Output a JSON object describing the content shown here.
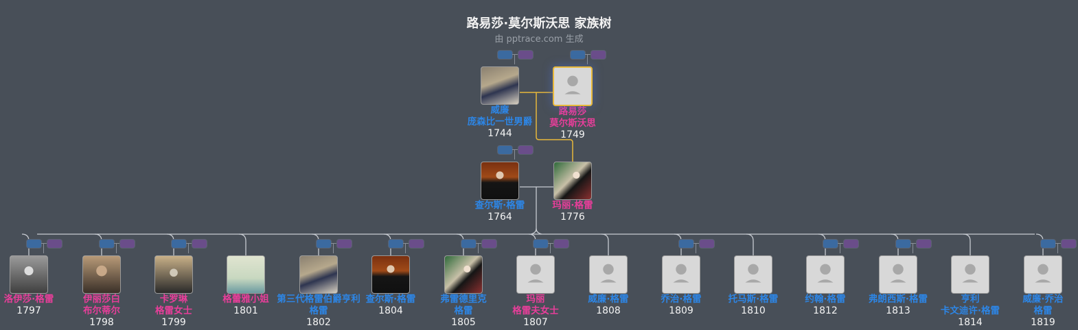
{
  "header": {
    "title": "路易莎·莫尔斯沃思 家族树",
    "subtitle": "由 pptrace.com 生成"
  },
  "colors": {
    "background": "#484f58",
    "male": "#2d86e6",
    "female": "#e83e9a",
    "highlight": "#e8b83a",
    "line": "#c8ccd2"
  },
  "generations": [
    {
      "people": [
        {
          "name": [
            "威廉",
            "庞森比一世男爵"
          ],
          "year": "1744",
          "gender": "male",
          "photo": "portrait",
          "badges": true
        },
        {
          "name": [
            "路易莎",
            "莫尔斯沃思"
          ],
          "year": "1749",
          "gender": "female",
          "photo": "placeholder",
          "badges": true,
          "focus": true
        }
      ]
    },
    {
      "people": [
        {
          "name": [
            "查尔斯·格雷"
          ],
          "year": "1764",
          "gender": "male",
          "photo": "portrait",
          "badges": true
        },
        {
          "name": [
            "玛丽·格雷"
          ],
          "year": "1776",
          "gender": "female",
          "photo": "portrait",
          "badges": false
        }
      ]
    },
    {
      "people": [
        {
          "name": [
            "洛伊莎·格雷"
          ],
          "year": "1797",
          "gender": "female",
          "photo": "portrait",
          "badges": true
        },
        {
          "name": [
            "伊丽莎白",
            "布尔蒂尔"
          ],
          "year": "1798",
          "gender": "female",
          "photo": "portrait",
          "badges": true
        },
        {
          "name": [
            "卡罗琳",
            "格雷女士"
          ],
          "year": "1799",
          "gender": "female",
          "photo": "portrait",
          "badges": true
        },
        {
          "name": [
            "格蕾雅小姐"
          ],
          "year": "1801",
          "gender": "female",
          "photo": "portrait",
          "badges": false
        },
        {
          "name": [
            "第三代格雷伯爵亨利",
            "格雷"
          ],
          "year": "1802",
          "gender": "male",
          "photo": "portrait",
          "badges": true
        },
        {
          "name": [
            "查尔斯·格雷"
          ],
          "year": "1804",
          "gender": "male",
          "photo": "portrait",
          "badges": true
        },
        {
          "name": [
            "弗雷德里克",
            "格雷"
          ],
          "year": "1805",
          "gender": "male",
          "photo": "portrait",
          "badges": true
        },
        {
          "name": [
            "玛丽",
            "格雷夫女士"
          ],
          "year": "1807",
          "gender": "female",
          "photo": "placeholder",
          "badges": true
        },
        {
          "name": [
            "威廉·格雷"
          ],
          "year": "1808",
          "gender": "male",
          "photo": "placeholder",
          "badges": false
        },
        {
          "name": [
            "乔治·格雷"
          ],
          "year": "1809",
          "gender": "male",
          "photo": "placeholder",
          "badges": true
        },
        {
          "name": [
            "托马斯·格雷"
          ],
          "year": "1810",
          "gender": "male",
          "photo": "placeholder",
          "badges": false
        },
        {
          "name": [
            "约翰·格雷"
          ],
          "year": "1812",
          "gender": "male",
          "photo": "placeholder",
          "badges": true
        },
        {
          "name": [
            "弗朗西斯·格雷"
          ],
          "year": "1813",
          "gender": "male",
          "photo": "placeholder",
          "badges": true
        },
        {
          "name": [
            "亨利",
            "卡文迪许·格雷"
          ],
          "year": "1814",
          "gender": "male",
          "photo": "placeholder",
          "badges": false
        },
        {
          "name": [
            "威廉·乔治",
            "格雷"
          ],
          "year": "1819",
          "gender": "male",
          "photo": "placeholder",
          "badges": true
        }
      ]
    }
  ]
}
